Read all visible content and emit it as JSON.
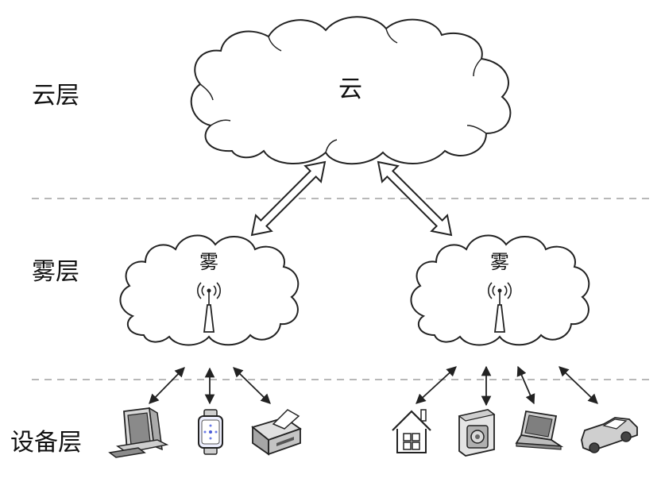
{
  "layers": {
    "cloud_layer": "云层",
    "fog_layer": "雾层",
    "device_layer": "设备层"
  },
  "cloud": {
    "label": "云"
  },
  "fog_nodes": [
    {
      "label": "雾"
    },
    {
      "label": "雾"
    }
  ],
  "devices_left": [
    "desktop-computer-icon",
    "smartwatch-icon",
    "printer-icon"
  ],
  "devices_right": [
    "smart-home-icon",
    "camera-icon",
    "laptop-icon",
    "car-icon"
  ],
  "colors": {
    "line": "#222222",
    "divider": "#b8b8b8",
    "device_gray": "#9a9a9a"
  }
}
